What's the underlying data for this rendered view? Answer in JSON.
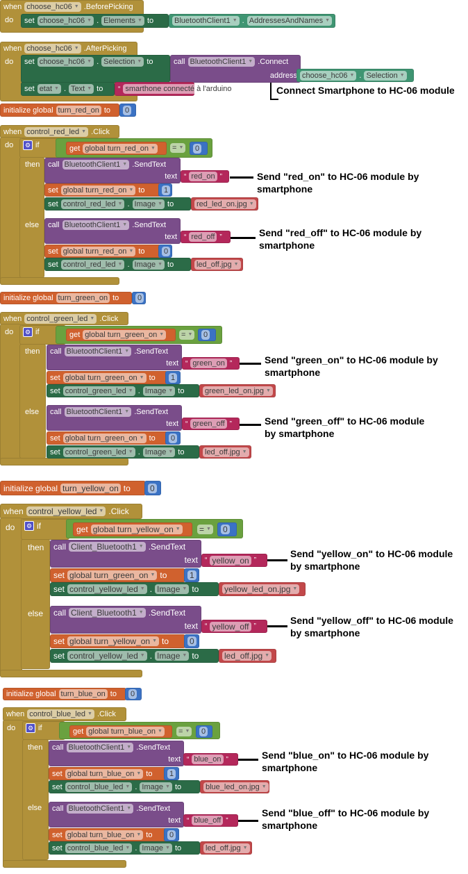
{
  "keywords": {
    "when": "when",
    "do": "do",
    "set": "set",
    "to": "to",
    "call": "call",
    "get": "get",
    "if": "if",
    "then": "then",
    "else": "else",
    "text": "text",
    "address": "address",
    "init": "initialize global",
    "dot": ".",
    "eq": "="
  },
  "before_picking": {
    "component": "choose_hc06",
    "event": ".BeforePicking",
    "set_component": "choose_hc06",
    "set_property": "Elements",
    "source_component": "BluetoothClient1",
    "source_property": "AddressesAndNames"
  },
  "after_picking": {
    "component": "choose_hc06",
    "event": ".AfterPicking",
    "set_component": "choose_hc06",
    "set_property": "Selection",
    "call_component": "BluetoothClient1",
    "call_method": ".Connect",
    "address_component": "choose_hc06",
    "address_property": "Selection",
    "label_component": "etat",
    "label_property": "Text",
    "label_value": "smarthone connecté à l'arduino",
    "annotation": "Connect Smartphone to HC-06 module"
  },
  "leds": [
    {
      "init_var": "turn_red_on",
      "init_value": "0",
      "component": "control_red_led",
      "event": ".Click",
      "cond_var": "global turn_red_on",
      "cond_value": "0",
      "then": {
        "client": "BluetoothClient1",
        "method": ".SendText",
        "text": "red_on",
        "set_var": "global turn_red_on",
        "set_value": "1",
        "image_component": "control_red_led",
        "image_property": "Image",
        "image_value": "red_led_on.jpg",
        "annotation": [
          "Send \"red_on\" to HC-06 module by",
          "smartphone"
        ]
      },
      "else": {
        "client": "BluetoothClient1",
        "method": ".SendText",
        "text": "red_off",
        "set_var": "global turn_red_on",
        "set_value": "0",
        "image_component": "control_red_led",
        "image_property": "Image",
        "image_value": "led_off.jpg",
        "annotation": [
          "Send \"red_off\" to HC-06 module by",
          "smartphone"
        ]
      }
    },
    {
      "init_var": "turn_green_on",
      "init_value": "0",
      "component": "control_green_led",
      "event": ".Click",
      "cond_var": "global turn_green_on",
      "cond_value": "0",
      "then": {
        "client": "BluetoothClient1",
        "method": ".SendText",
        "text": "green_on",
        "set_var": "global turn_green_on",
        "set_value": "1",
        "image_component": "control_green_led",
        "image_property": "Image",
        "image_value": "green_led_on.jpg",
        "annotation": [
          "Send \"green_on\" to HC-06 module by",
          "smartphone"
        ]
      },
      "else": {
        "client": "BluetoothClient1",
        "method": ".SendText",
        "text": "green_off",
        "set_var": "global turn_green_on",
        "set_value": "0",
        "image_component": "control_green_led",
        "image_property": "Image",
        "image_value": "led_off.jpg",
        "annotation": [
          "Send \"green_off\" to HC-06 module",
          "by smartphone"
        ]
      }
    },
    {
      "init_var": "turn_yellow_on",
      "init_value": "0",
      "component": "control_yellow_led",
      "event": ".Click",
      "cond_var": "global turn_yellow_on",
      "cond_value": "0",
      "then": {
        "client": "Client_Bluetooth1",
        "method": ".SendText",
        "text": "yellow_on",
        "set_var": "global turn_green_on",
        "set_value": "1",
        "image_component": "control_yellow_led",
        "image_property": "Image",
        "image_value": "yellow_led_on.jpg",
        "annotation": [
          "Send \"yellow_on\" to HC-06 module",
          "by smartphone"
        ]
      },
      "else": {
        "client": "Client_Bluetooth1",
        "method": ".SendText",
        "text": "yellow_off",
        "set_var": "global turn_yellow_on",
        "set_value": "0",
        "image_component": "control_yellow_led",
        "image_property": "Image",
        "image_value": "led_off.jpg",
        "annotation": [
          "Send \"yellow_off\" to HC-06 module",
          "by smartphone"
        ]
      }
    },
    {
      "init_var": "turn_blue_on",
      "init_value": "0",
      "component": "control_blue_led",
      "event": ".Click",
      "cond_var": "global turn_blue_on",
      "cond_value": "0",
      "then": {
        "client": "BluetoothClient1",
        "method": ".SendText",
        "text": "blue_on",
        "set_var": "global turn_blue_on",
        "set_value": "1",
        "image_component": "control_blue_led",
        "image_property": "Image",
        "image_value": "blue_led_on.jpg",
        "annotation": [
          "Send \"blue_on\" to HC-06 module by",
          "smartphone"
        ]
      },
      "else": {
        "client": "BluetoothClient1",
        "method": ".SendText",
        "text": "blue_off",
        "set_var": "global turn_blue_on",
        "set_value": "0",
        "image_component": "control_blue_led",
        "image_property": "Image",
        "image_value": "led_off.jpg",
        "annotation": [
          "Send \"blue_off\" to HC-06 module by",
          "smartphone"
        ]
      }
    }
  ],
  "colors": {
    "event": "#b1913a",
    "setter": "#2b6b47",
    "getter": "#3f9572",
    "procedure": "#7a4d8a",
    "variable": "#d0612e",
    "string": "#b4285b",
    "asset": "#c2484a",
    "number": "#3b72c4",
    "compare": "#6aa13f"
  }
}
